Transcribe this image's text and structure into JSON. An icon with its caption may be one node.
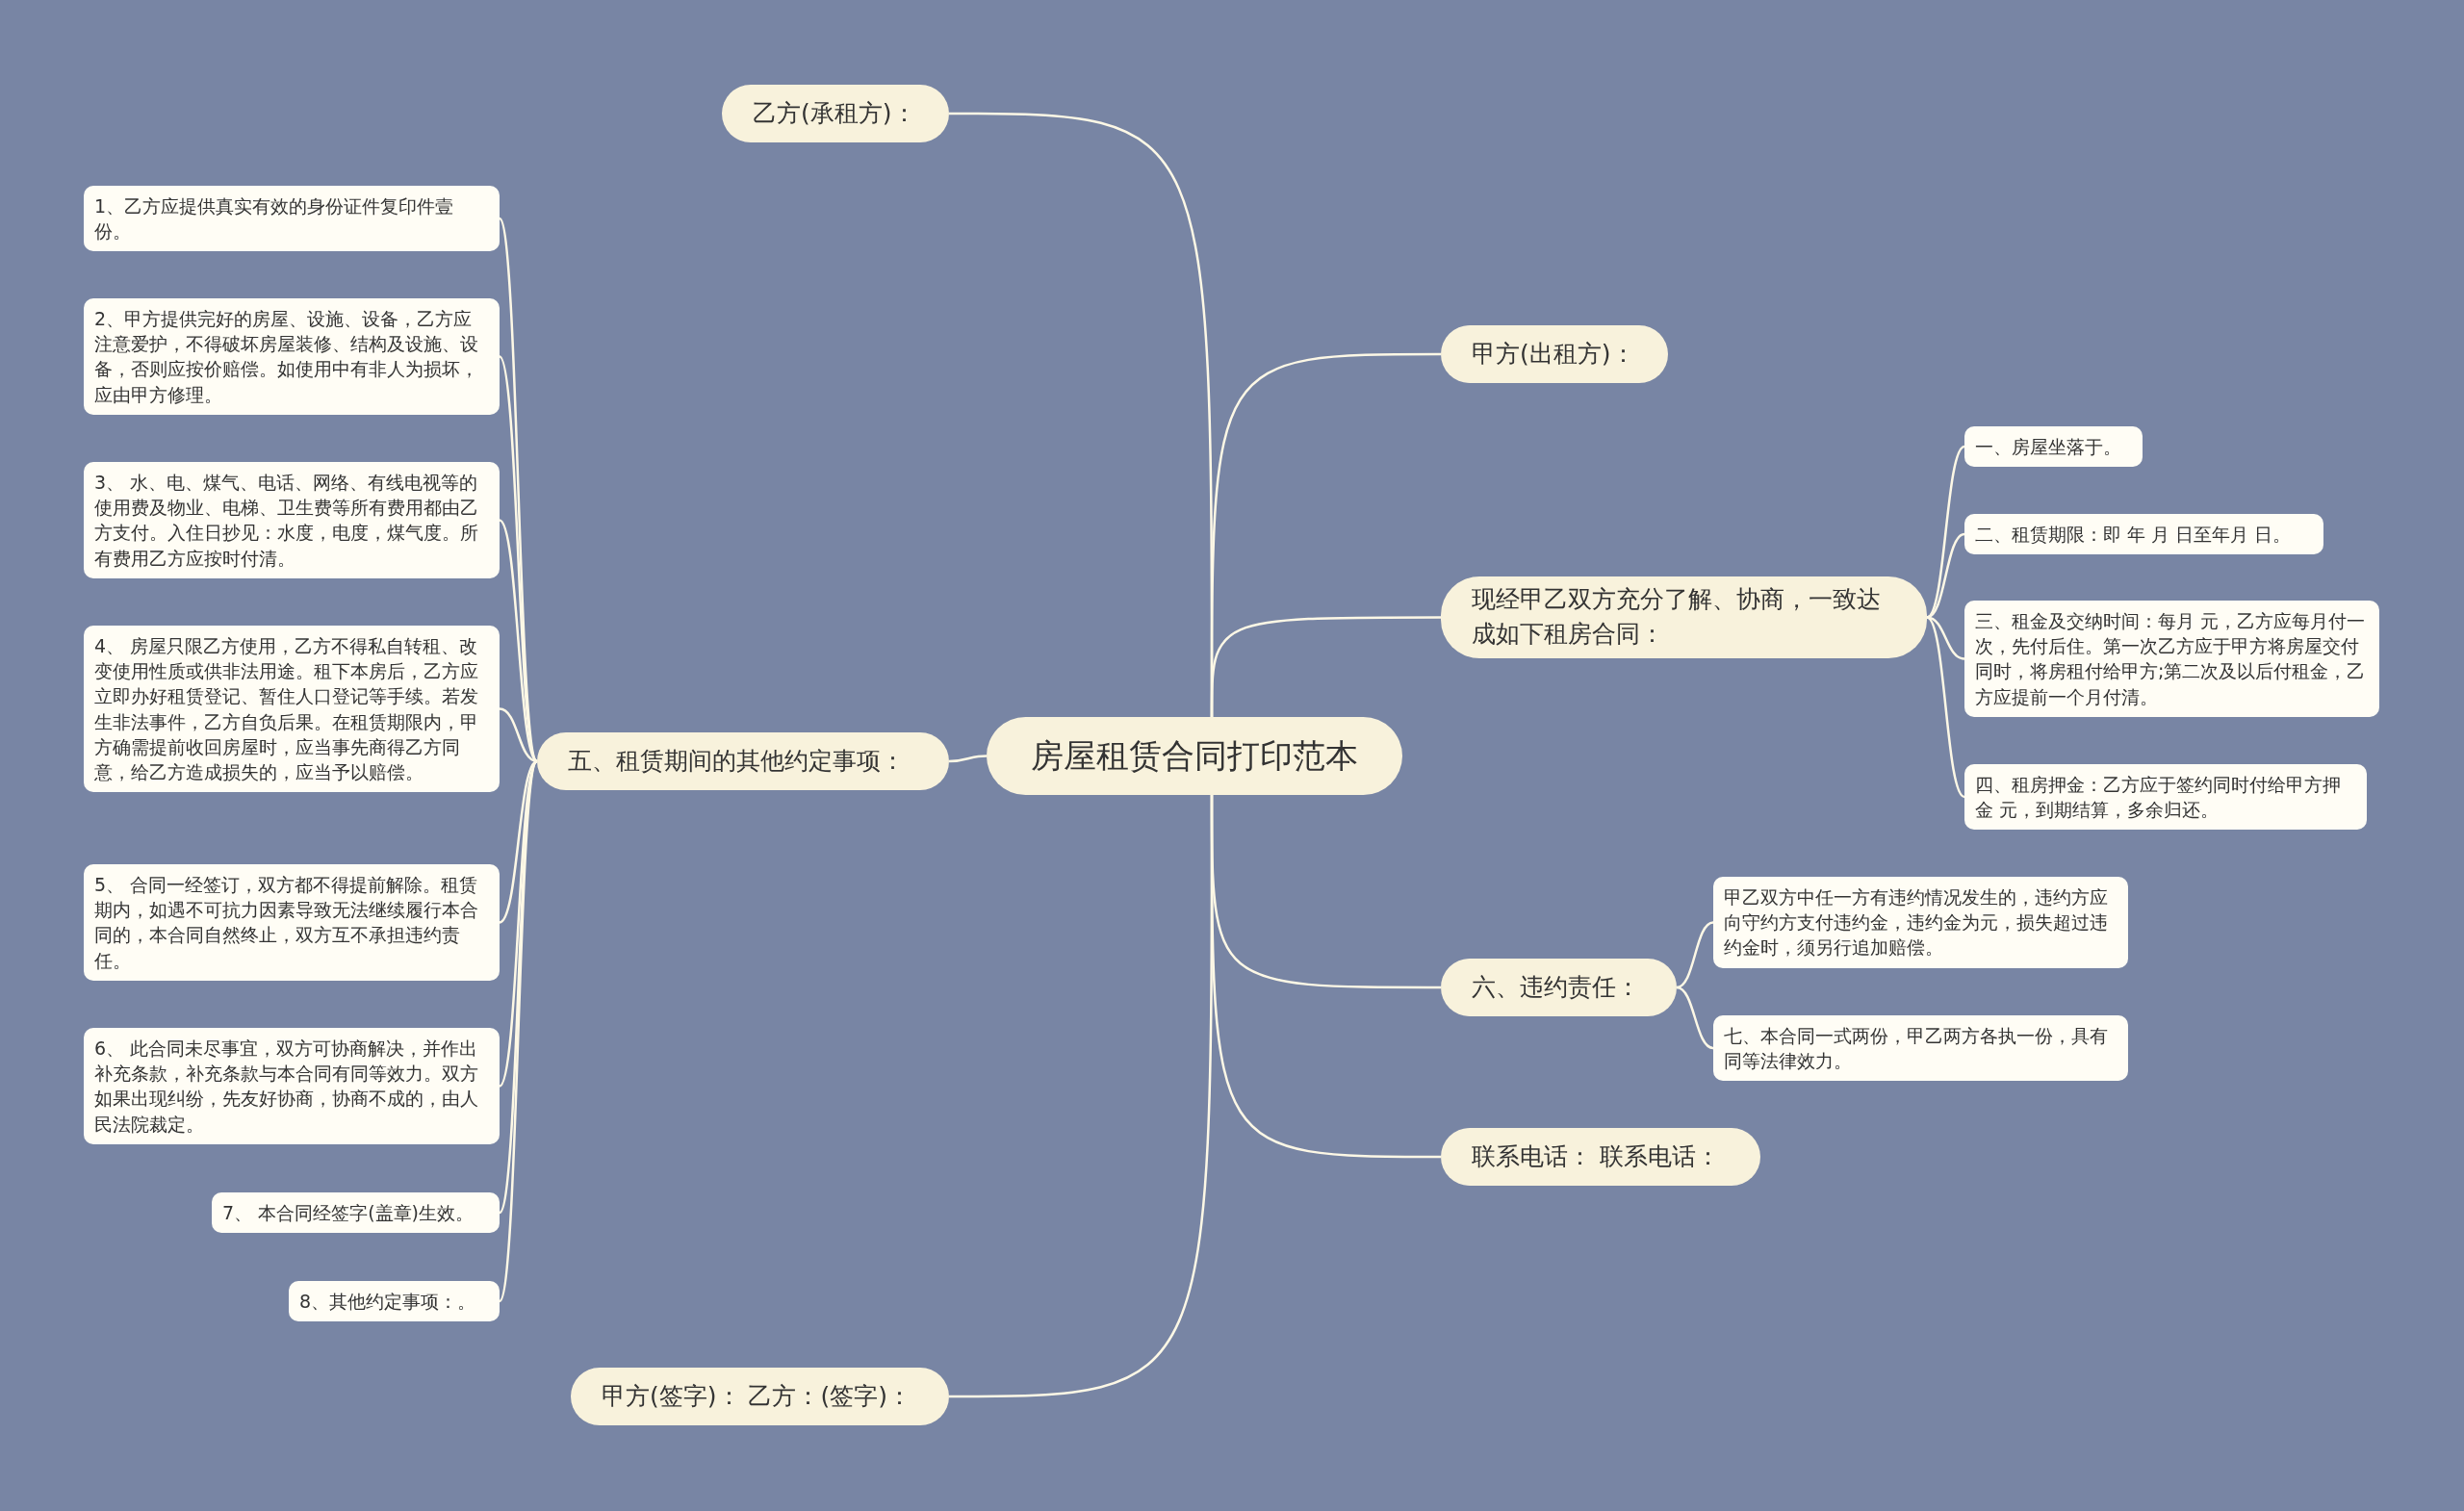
{
  "diagram": {
    "nodes": [
      {
        "text": [
          "房屋租赁合同打印范本"
        ]
      },
      {
        "text": [
          "乙方(承租方)："
        ]
      },
      {
        "text": [
          "甲方(出租方)："
        ]
      },
      {
        "text": [
          "现经甲乙双方充分了解、协商，一致达成如下租房合同："
        ]
      },
      {
        "text": [
          "一、房屋坐落于。"
        ]
      },
      {
        "text": [
          "二、租赁期限：即 年 月 日至年月 日。"
        ]
      },
      {
        "text": [
          "三、租金及交纳时间：每月 元，乙方应每月付一次，先付后住。第一次乙方应于甲方将房屋交付同时，将房租付给甲方;第二次及以后付租金，乙方应提前一个月付清。"
        ]
      },
      {
        "text": [
          "四、租房押金：乙方应于签约同时付给甲方押金 元，到期结算，多余归还。"
        ]
      },
      {
        "text": [
          "五、租赁期间的其他约定事项："
        ]
      },
      {
        "text": [
          "1、乙方应提供真实有效的身份证件复印件壹份。"
        ]
      },
      {
        "text": [
          "2、甲方提供完好的房屋、设施、设备，乙方应注意爱护，不得破坏房屋装修、结构及设施、设备，否则应按价赔偿。如使用中有非人为损坏，应由甲方修理。"
        ]
      },
      {
        "text": [
          "3、 水、电、煤气、电话、网络、有线电视等的使用费及物业、电梯、卫生费等所有费用都由乙方支付。入住日抄见：水度，电度，煤气度。所有费用乙方应按时付清。"
        ]
      },
      {
        "text": [
          "4、 房屋只限乙方使用，乙方不得私自转租、改变使用性质或供非法用途。租下本房后，乙方应立即办好租赁登记、暂住人口登记等手续。若发生非法事件，乙方自负后果。在租赁期限内，甲方确需提前收回房屋时，应当事先商得乙方同意，给乙方造成损失的，应当予以赔偿。"
        ]
      },
      {
        "text": [
          "5、 合同一经签订，双方都不得提前解除。租赁期内，如遇不可抗力因素导致无法继续履行本合同的，本合同自然终止，双方互不承担违约责任。"
        ]
      },
      {
        "text": [
          "6、 此合同未尽事宜，双方可协商解决，并作出补充条款，补充条款与本合同有同等效力。双方如果出现纠纷，先友好协商，协商不成的，由人民法院裁定。"
        ]
      },
      {
        "text": [
          "7、 本合同经签字(盖章)生效。"
        ]
      },
      {
        "text": [
          "8、其他约定事项：。"
        ]
      },
      {
        "text": [
          "六、违约责任："
        ]
      },
      {
        "text": [
          "甲乙双方中任一方有违约情况发生的，违约方应向守约方支付违约金，违约金为元，损失超过违约金时，须另行追加赔偿。"
        ]
      },
      {
        "text": [
          "七、本合同一式两份，甲乙两方各执一份，具有同等法律效力。"
        ]
      },
      {
        "text": [
          "联系电话：  联系电话："
        ]
      },
      {
        "text": [
          "甲方(签字)：  乙方：(签字)："
        ]
      }
    ],
    "edges": [
      {
        "from": 0,
        "to": 1,
        "arrow": "none"
      },
      {
        "from": 0,
        "to": 2,
        "arrow": "none"
      },
      {
        "from": 0,
        "to": 3,
        "arrow": "none"
      },
      {
        "from": 3,
        "to": 4,
        "arrow": "none"
      },
      {
        "from": 3,
        "to": 5,
        "arrow": "none"
      },
      {
        "from": 3,
        "to": 6,
        "arrow": "none"
      },
      {
        "from": 3,
        "to": 7,
        "arrow": "none"
      },
      {
        "from": 0,
        "to": 8,
        "arrow": "none"
      },
      {
        "from": 8,
        "to": 9,
        "arrow": "none"
      },
      {
        "from": 8,
        "to": 10,
        "arrow": "none"
      },
      {
        "from": 8,
        "to": 11,
        "arrow": "none"
      },
      {
        "from": 8,
        "to": 12,
        "arrow": "none"
      },
      {
        "from": 8,
        "to": 13,
        "arrow": "none"
      },
      {
        "from": 8,
        "to": 14,
        "arrow": "none"
      },
      {
        "from": 8,
        "to": 15,
        "arrow": "none"
      },
      {
        "from": 8,
        "to": 16,
        "arrow": "none"
      },
      {
        "from": 0,
        "to": 17,
        "arrow": "none"
      },
      {
        "from": 17,
        "to": 18,
        "arrow": "none"
      },
      {
        "from": 17,
        "to": 19,
        "arrow": "none"
      },
      {
        "from": 0,
        "to": 20,
        "arrow": "none"
      },
      {
        "from": 0,
        "to": 21,
        "arrow": "none"
      }
    ]
  }
}
